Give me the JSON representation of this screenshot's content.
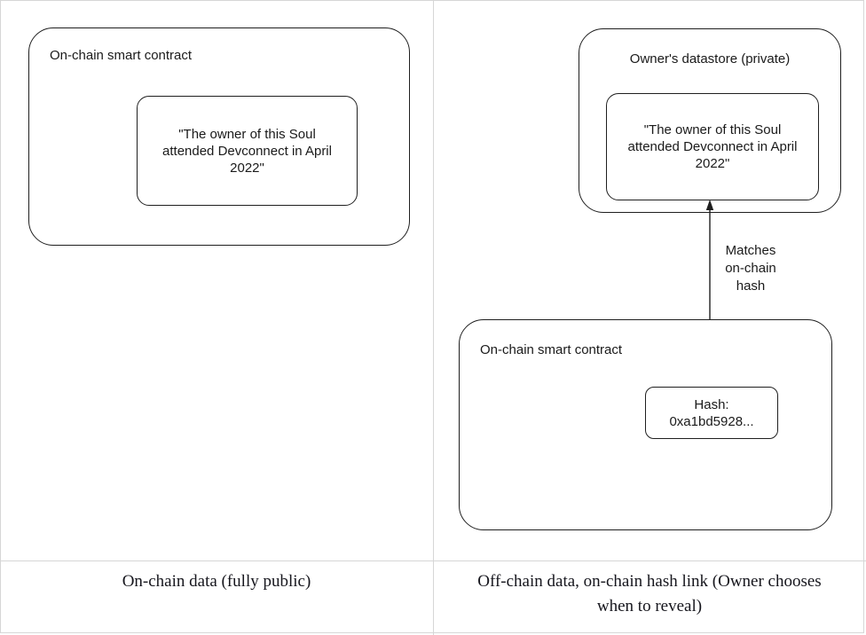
{
  "left_panel": {
    "container_label": "On-chain smart contract",
    "claim_text": "\"The owner of this Soul\nattended Devconnect in April\n2022\"",
    "caption": "On-chain data (fully public)"
  },
  "right_panel": {
    "datastore_label": "Owner's datastore (private)",
    "claim_text": "\"The owner of this Soul\nattended Devconnect in April\n2022\"",
    "arrow_label": "Matches\non-chain\nhash",
    "contract_label": "On-chain smart contract",
    "hash_label": "Hash:\n0xa1bd5928...",
    "caption": "Off-chain data, on-chain hash link (Owner chooses\nwhen to reveal)"
  },
  "colors": {
    "diagram_stroke": "#1f1f1f",
    "table_border": "#d6d6d6",
    "text": "#1a1a1a"
  }
}
